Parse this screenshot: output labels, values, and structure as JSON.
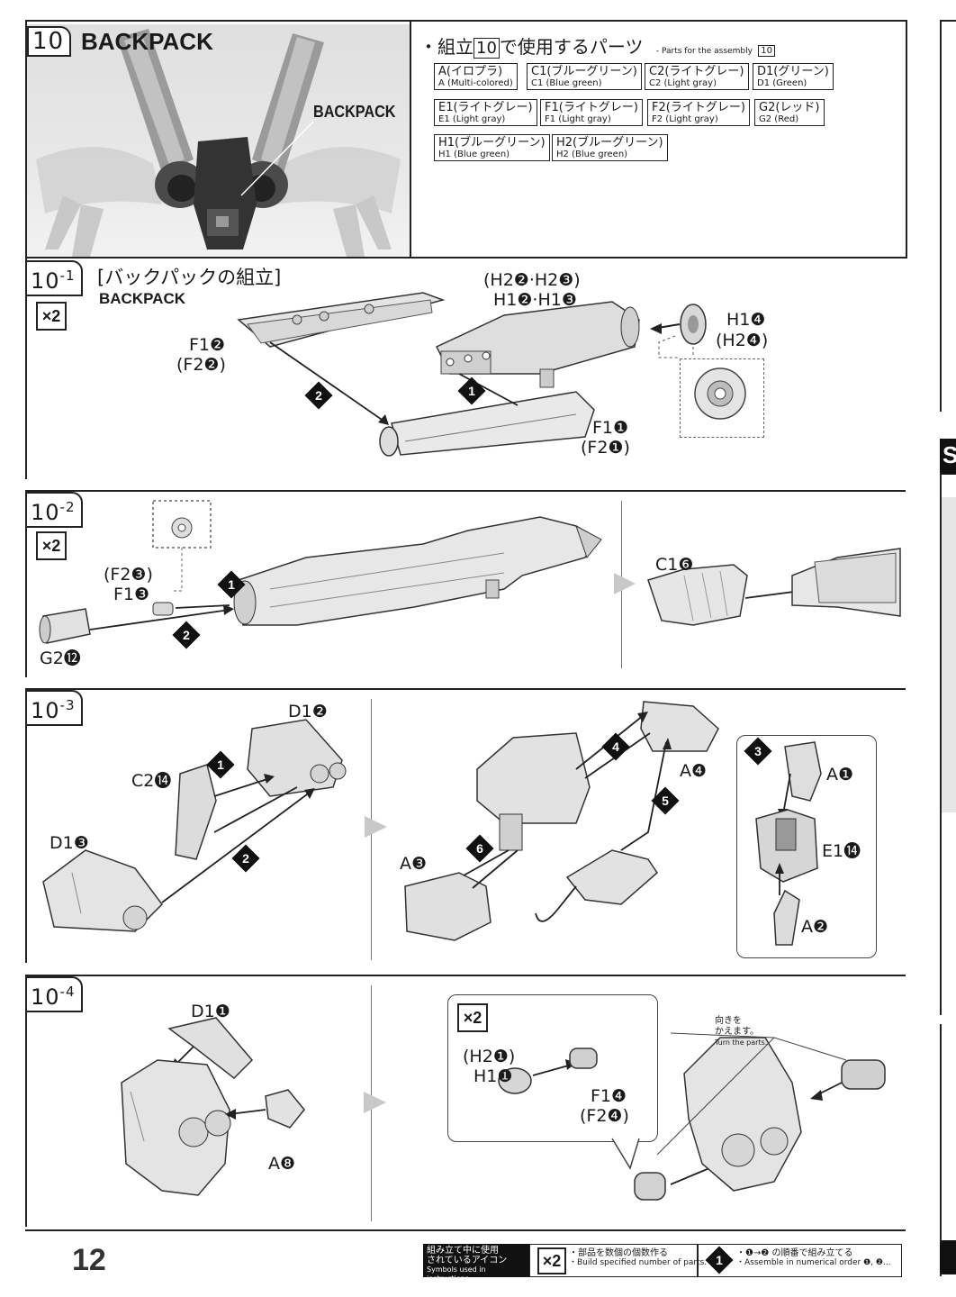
{
  "section": {
    "number": "10",
    "title": "BACKPACK",
    "photo_label": "BACKPACK"
  },
  "parts_header": {
    "bullet": "・",
    "text_before": "組立",
    "step_ref": "10",
    "text_after": "で使用するパーツ",
    "en_prefix": "- Parts for the assembly",
    "en_ref": "10"
  },
  "parts": [
    {
      "jp": "A(イロプラ)",
      "en": "A (Multi-colored)"
    },
    {
      "jp": "C1(ブルーグリーン)",
      "en": "C1 (Blue green)"
    },
    {
      "jp": "C2(ライトグレー)",
      "en": "C2 (Light gray)"
    },
    {
      "jp": "D1(グリーン)",
      "en": "D1 (Green)"
    },
    {
      "jp": "E1(ライトグレー)",
      "en": "E1 (Light gray)"
    },
    {
      "jp": "F1(ライトグレー)",
      "en": "F1 (Light gray)"
    },
    {
      "jp": "F2(ライトグレー)",
      "en": "F2 (Light gray)"
    },
    {
      "jp": "G2(レッド)",
      "en": "G2 (Red)"
    },
    {
      "jp": "H1(ブルーグリーン)",
      "en": "H1 (Blue green)"
    },
    {
      "jp": "H2(ブルーグリーン)",
      "en": "H2 (Blue green)"
    }
  ],
  "step_10_1": {
    "num_main": "10",
    "num_sub": "-1",
    "title_jp": "[バックパックの組立]",
    "title_en": "BACKPACK",
    "multiplier": "×2",
    "labels": {
      "f1_2": "F1❷",
      "f2_2": "(F2❷)",
      "h2_alt": "(H2❷·H2❸)",
      "h1": "H1❷·H1❸",
      "h1_4": "H1❹",
      "h2_4": "(H2❹)",
      "f1_1": "F1❶",
      "f2_1": "(F2❶)"
    },
    "steps": [
      "1",
      "2"
    ]
  },
  "step_10_2": {
    "num_main": "10",
    "num_sub": "-2",
    "multiplier": "×2",
    "labels": {
      "f2_3": "(F2❸)",
      "f1_3": "F1❸",
      "g2": "G2⓬",
      "c1": "C1❻"
    },
    "steps": [
      "1",
      "2"
    ]
  },
  "step_10_3": {
    "num_main": "10",
    "num_sub": "-3",
    "labels": {
      "d1_2": "D1❷",
      "c2": "C2⓮",
      "d1_3": "D1❸",
      "a4": "A❹",
      "a3": "A❸",
      "a1": "A❶",
      "e1": "E1⓮",
      "a2": "A❷"
    },
    "steps": [
      "1",
      "2",
      "3",
      "4",
      "5",
      "6"
    ]
  },
  "step_10_4": {
    "num_main": "10",
    "num_sub": "-4",
    "multiplier": "×2",
    "labels": {
      "d1_1": "D1❶",
      "a8": "A❽",
      "h2_1": "(H2❶)",
      "h1_1": "H1❶",
      "f1_4": "F1❹",
      "f2_4": "(F2❹)",
      "turn_jp_1": "向きを",
      "turn_jp_2": "かえます。",
      "turn_en": "Turn the parts."
    }
  },
  "footer": {
    "page_number": "12",
    "icons_jp_1": "組み立て中に使用",
    "icons_jp_2": "されているアイコン",
    "icons_en": "Symbols used in instructions",
    "mult_icon": "×2",
    "mult_jp": "・部品を数個の個数作る",
    "mult_en": "・Build specified number of parts.",
    "order_icon": "1",
    "order_jp": "・❶→❷ の順番で組み立てる",
    "order_en": "・Assemble in numerical order ❶, ❷..."
  },
  "right_cut": {
    "letter": "S"
  },
  "colors": {
    "ink": "#1a1a1a",
    "part_fill": "#e6e6e6",
    "photo_bg": "#e2e2e2"
  }
}
